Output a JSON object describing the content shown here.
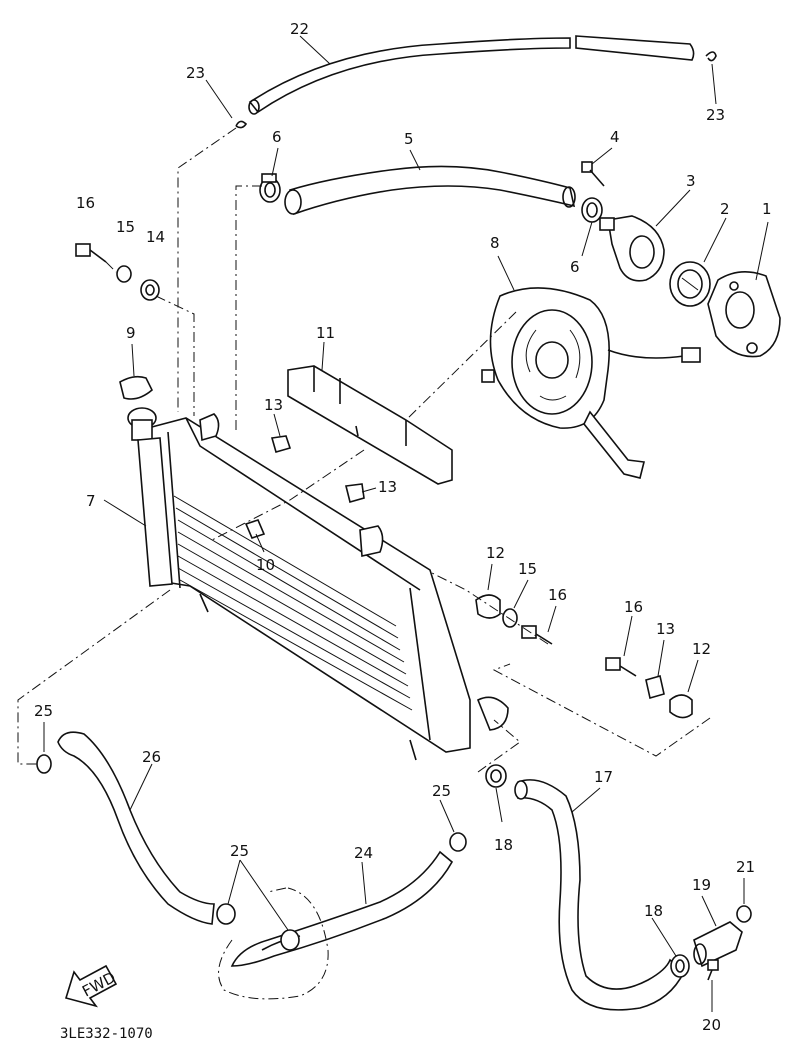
{
  "colors": {
    "ink": "#111111",
    "paper": "#ffffff"
  },
  "fwd_label": "FWD",
  "drawing_code": "3LE332-1070",
  "callouts": [
    {
      "id": "c1",
      "text": "1"
    },
    {
      "id": "c2",
      "text": "2"
    },
    {
      "id": "c3",
      "text": "3"
    },
    {
      "id": "c4",
      "text": "4"
    },
    {
      "id": "c5",
      "text": "5"
    },
    {
      "id": "c6a",
      "text": "6"
    },
    {
      "id": "c6b",
      "text": "6"
    },
    {
      "id": "c7",
      "text": "7"
    },
    {
      "id": "c8",
      "text": "8"
    },
    {
      "id": "c9",
      "text": "9"
    },
    {
      "id": "c10",
      "text": "10"
    },
    {
      "id": "c11",
      "text": "11"
    },
    {
      "id": "c12a",
      "text": "12"
    },
    {
      "id": "c12b",
      "text": "12"
    },
    {
      "id": "c13a",
      "text": "13"
    },
    {
      "id": "c13b",
      "text": "13"
    },
    {
      "id": "c13c",
      "text": "13"
    },
    {
      "id": "c14",
      "text": "14"
    },
    {
      "id": "c15a",
      "text": "15"
    },
    {
      "id": "c15b",
      "text": "15"
    },
    {
      "id": "c16a",
      "text": "16"
    },
    {
      "id": "c16b",
      "text": "16"
    },
    {
      "id": "c16c",
      "text": "16"
    },
    {
      "id": "c17",
      "text": "17"
    },
    {
      "id": "c18a",
      "text": "18"
    },
    {
      "id": "c18b",
      "text": "18"
    },
    {
      "id": "c19",
      "text": "19"
    },
    {
      "id": "c20",
      "text": "20"
    },
    {
      "id": "c21",
      "text": "21"
    },
    {
      "id": "c22",
      "text": "22"
    },
    {
      "id": "c23a",
      "text": "23"
    },
    {
      "id": "c23b",
      "text": "23"
    },
    {
      "id": "c24",
      "text": "24"
    },
    {
      "id": "c25a",
      "text": "25"
    },
    {
      "id": "c25b",
      "text": "25"
    },
    {
      "id": "c25c",
      "text": "25"
    },
    {
      "id": "c26",
      "text": "26"
    }
  ]
}
